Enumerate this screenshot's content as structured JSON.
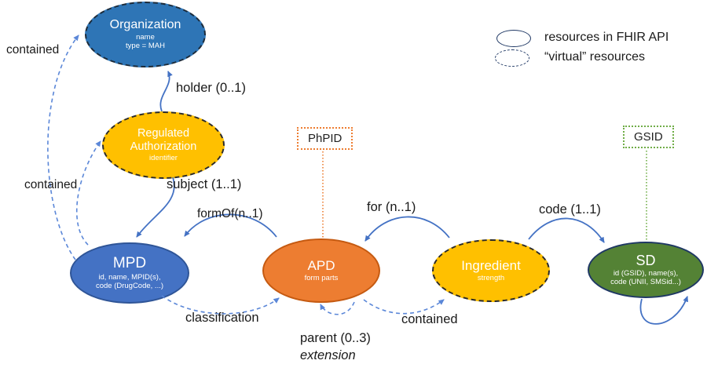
{
  "diagram": {
    "nodes": {
      "organization": {
        "title": "Organization",
        "sub1": "name",
        "sub2": "type = MAH"
      },
      "regulated_authorization": {
        "title": "Regulated Authorization",
        "sub1": "identifier"
      },
      "mpd": {
        "title": "MPD",
        "sub1": "id, name, MPID(s),",
        "sub2": "code (DrugCode, ...)"
      },
      "apd": {
        "title": "APD",
        "sub1": "form parts"
      },
      "ingredient": {
        "title": "Ingredient",
        "sub1": "strength"
      },
      "sd": {
        "title": "SD",
        "sub1": "id (GSID), name(s),",
        "sub2": "code (UNII, SMSid...)"
      }
    },
    "badges": {
      "phpid": "PhPID",
      "gsid": "GSID"
    },
    "edge_labels": {
      "contained_org": "contained",
      "holder": "holder (0..1)",
      "contained_ra": "contained",
      "subject": "subject (1..1)",
      "formof": "formOf(n..1)",
      "for_apd": "for (n..1)",
      "code": "code (1..1)",
      "classification": "classification",
      "contained_ingredient": "contained",
      "parent": "parent (0..3)",
      "extension": "extension"
    },
    "legend": {
      "solid": "resources in FHIR API",
      "dashed": "“virtual” resources"
    },
    "colors": {
      "organization_fill": "#2E75B6",
      "mpd_fill": "#4472C4",
      "yellow_fill": "#FFC000",
      "apd_fill": "#ED7D31",
      "sd_fill": "#548235",
      "solid_arrow": "#4472C4",
      "dashed_arrow": "#5B87D8",
      "phpid_border": "#ED7D31",
      "gsid_border": "#70AD47",
      "legend_border": "#1F3864"
    }
  }
}
